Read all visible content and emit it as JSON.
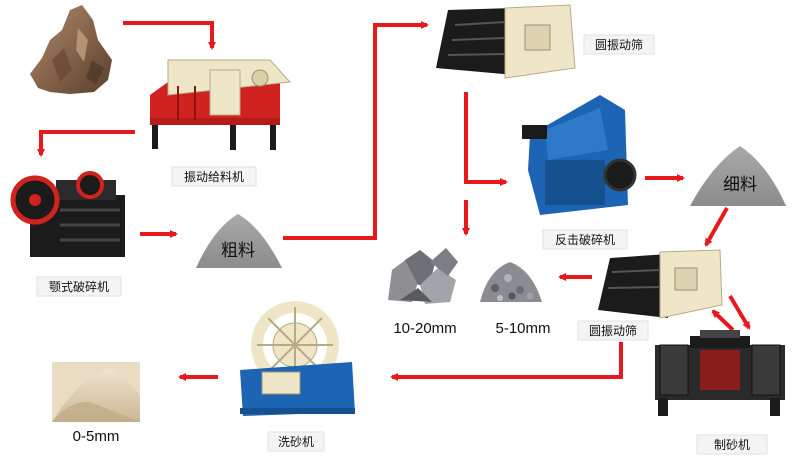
{
  "labels": {
    "vibrating_feeder": "振动给料机",
    "jaw_crusher": "颚式破碎机",
    "coarse": "粗料",
    "screen_top": "圆振动筛",
    "impact_crusher": "反击破碎机",
    "fine": "细料",
    "screen_mid": "圆振动筛",
    "sand_maker": "制砂机",
    "sand_washer": "洗砂机",
    "size_10_20": "10-20mm",
    "size_5_10": "5-10mm",
    "size_0_5": "0-5mm"
  },
  "colors": {
    "arrow": "#e8191d",
    "pile": "#9b9b9b",
    "machine_cream": "#efe6c8",
    "machine_black": "#1b1b1b",
    "machine_blue": "#1d64b4",
    "machine_red": "#d0221e"
  }
}
